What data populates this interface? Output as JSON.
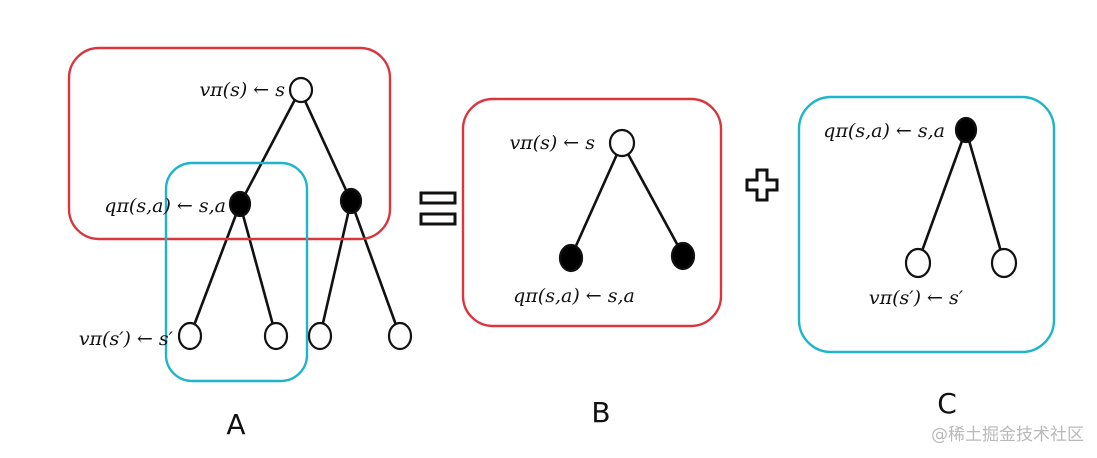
{
  "colors": {
    "box_red": "#d9363e",
    "box_cyan": "#1fb5c9",
    "ink": "#111111"
  },
  "labels": {
    "v_s": "vπ(s) ← s",
    "q_sa": "qπ(s,a) ← s,a",
    "v_s_prime": "vπ(s′) ← s′",
    "panel_a": "A",
    "panel_b": "B",
    "panel_c": "C"
  },
  "watermark": "@稀土掘金技术社区"
}
